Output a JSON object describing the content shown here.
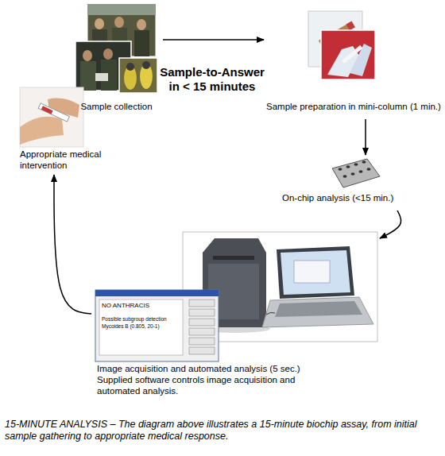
{
  "diagram": {
    "title": "Sample-to-Answer in < 15 minutes",
    "caption": "15-MINUTE ANALYSIS – The diagram above illustrates a 15-minute biochip assay, from initial sample gathering to appropriate medical response.",
    "nodes": [
      {
        "text": [
          "Sample collection"
        ]
      },
      {
        "text": [
          "Sample preparation in mini-column (1 min.)"
        ]
      },
      {
        "text": [
          "On-chip analysis (<15 min.)"
        ]
      },
      {
        "text": [
          "Image acquisition and automated analysis (5 sec.)",
          "Supplied software controls image acquisition and automated analysis."
        ]
      },
      {
        "text": [
          "Appropriate medical intervention"
        ]
      }
    ],
    "edges": [
      {
        "from": 0,
        "to": 1,
        "arrow": "to"
      },
      {
        "from": 1,
        "to": 2,
        "arrow": "to"
      },
      {
        "from": 2,
        "to": 3,
        "arrow": "to"
      },
      {
        "from": 3,
        "to": 4,
        "arrow": "to"
      }
    ],
    "labels": [
      "NO ANTHRACIS",
      "Possible subgroup detection",
      "Mycoides B (0.805, 20-1)"
    ]
  }
}
